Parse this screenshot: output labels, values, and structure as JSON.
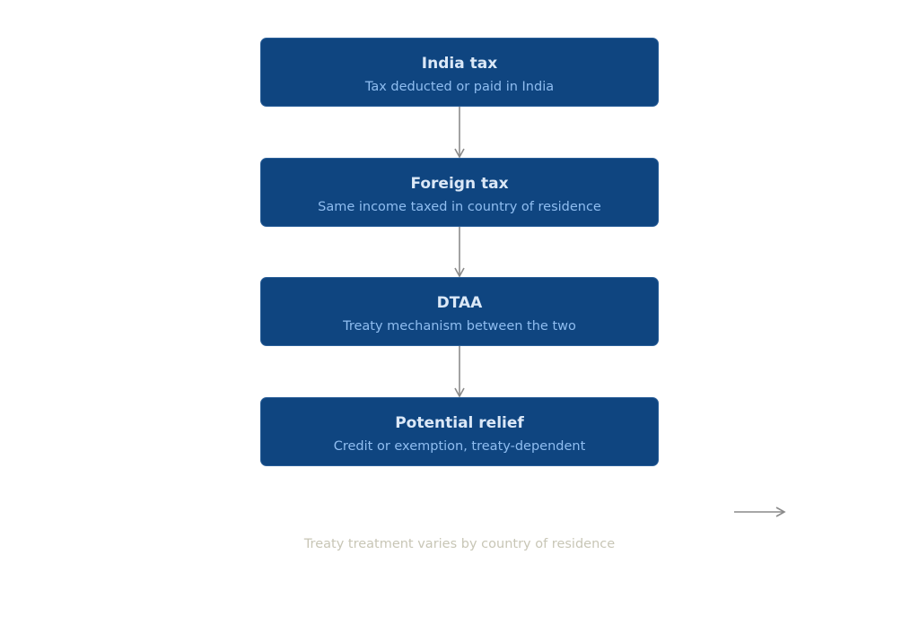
{
  "diagram": {
    "steps": [
      {
        "title": "India tax",
        "subtitle": "Tax deducted or paid in India"
      },
      {
        "title": "Foreign tax",
        "subtitle": "Same income taxed in country of residence"
      },
      {
        "title": "DTAA",
        "subtitle": "Treaty mechanism between the two"
      },
      {
        "title": "Potential relief",
        "subtitle": "Credit or exemption, treaty-dependent"
      }
    ],
    "footnote": "Treaty treatment varies by country of residence"
  },
  "colors": {
    "box_fill": "#0f4580",
    "title_text": "#dbe8f7",
    "subtitle_text": "#8fbdf0",
    "connector": "#8a8a8a",
    "footnote_text": "#c8c6b6"
  }
}
